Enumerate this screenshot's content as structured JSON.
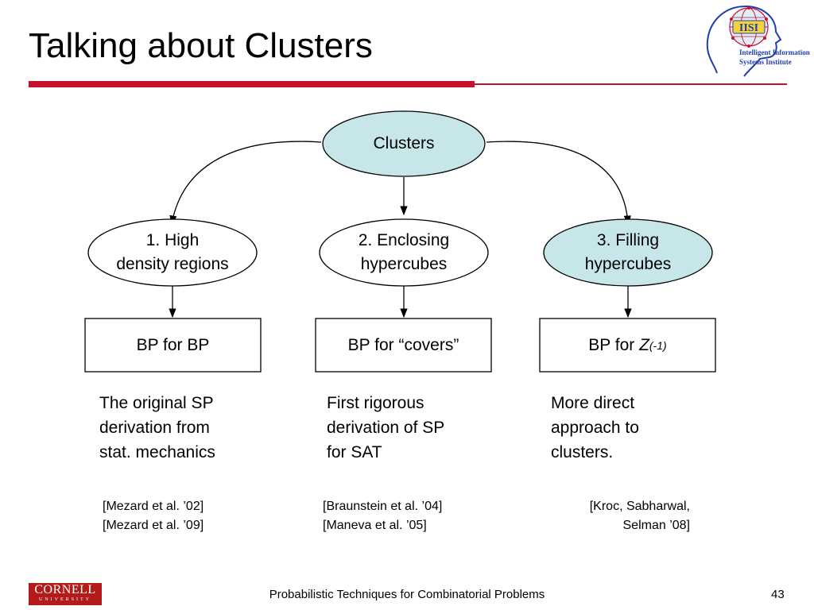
{
  "slide": {
    "title": "Talking about Clusters",
    "accent_color": "#c8102e",
    "footer_text": "Probabilistic Techniques for Combinatorial Problems",
    "page_number": "43"
  },
  "logo": {
    "icon": "head-globe-logo-icon",
    "badge_text": "IISI",
    "line1": "Intelligent Information",
    "line2": "Systems Institute"
  },
  "cornell_logo": {
    "main": "CORNELL",
    "sub": "UNIVERSITY"
  },
  "diagram": {
    "root": {
      "label": "Clusters",
      "fill": "#c7e6ea"
    },
    "branches": [
      {
        "label": "1. High\ndensity regions",
        "fill": "#ffffff",
        "method_text": "BP for BP",
        "description": "The original SP\nderivation from\nstat. mechanics",
        "references": "[Mezard et al. ’02]\n[Mezard et al. ’09]"
      },
      {
        "label": "2. Enclosing\nhypercubes",
        "fill": "#ffffff",
        "method_text": "BP for “covers”",
        "description": "First rigorous\nderivation of SP\nfor SAT",
        "references": "[Braunstein et al. ’04]\n[Maneva et al. ’05]"
      },
      {
        "label": "3. Filling\nhypercubes",
        "fill": "#c7e6ea",
        "method_prefix": "BP for ",
        "method_symbol": "Z",
        "method_subscript": "(-1)",
        "description": "More direct\napproach to\nclusters.",
        "references": "[Kroc, Sabharwal,\nSelman ’08]"
      }
    ]
  }
}
